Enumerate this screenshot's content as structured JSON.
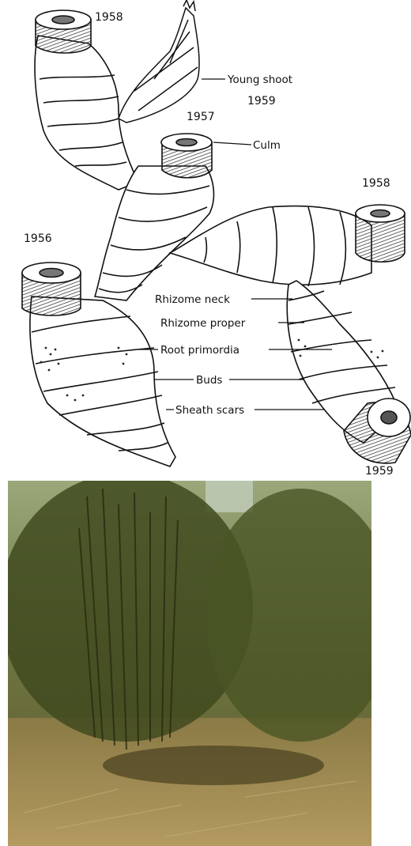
{
  "diagram": {
    "years": {
      "top_left": "1958",
      "young_shoot_year": "1959",
      "center": "1957",
      "right": "1958",
      "left": "1956",
      "bottom_right": "1959"
    },
    "labels": {
      "young_shoot": "Young shoot",
      "culm": "Culm",
      "rhizome_neck": "Rhizome neck",
      "rhizome_proper": "Rhizome proper",
      "root_primordia": "Root primordia",
      "buds": "Buds",
      "sheath_scars": "Sheath scars"
    }
  },
  "photo": {
    "subject": "bamboo-clump-photo"
  }
}
